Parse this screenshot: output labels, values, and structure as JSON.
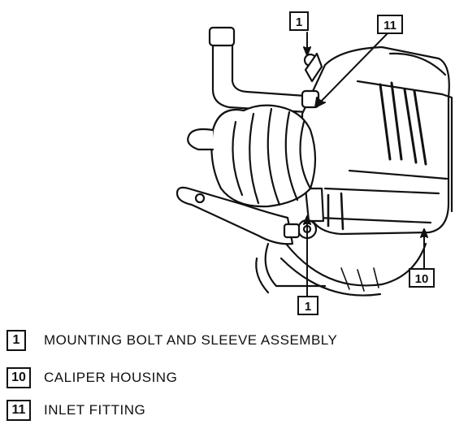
{
  "callouts": {
    "top_left": "1",
    "top_right": "11",
    "bottom_center": "1",
    "right": "10"
  },
  "legend": [
    {
      "number": "1",
      "text": "MOUNTING BOLT AND SLEEVE ASSEMBLY"
    },
    {
      "number": "10",
      "text": "CALIPER HOUSING"
    },
    {
      "number": "11",
      "text": "INLET FITTING"
    }
  ]
}
